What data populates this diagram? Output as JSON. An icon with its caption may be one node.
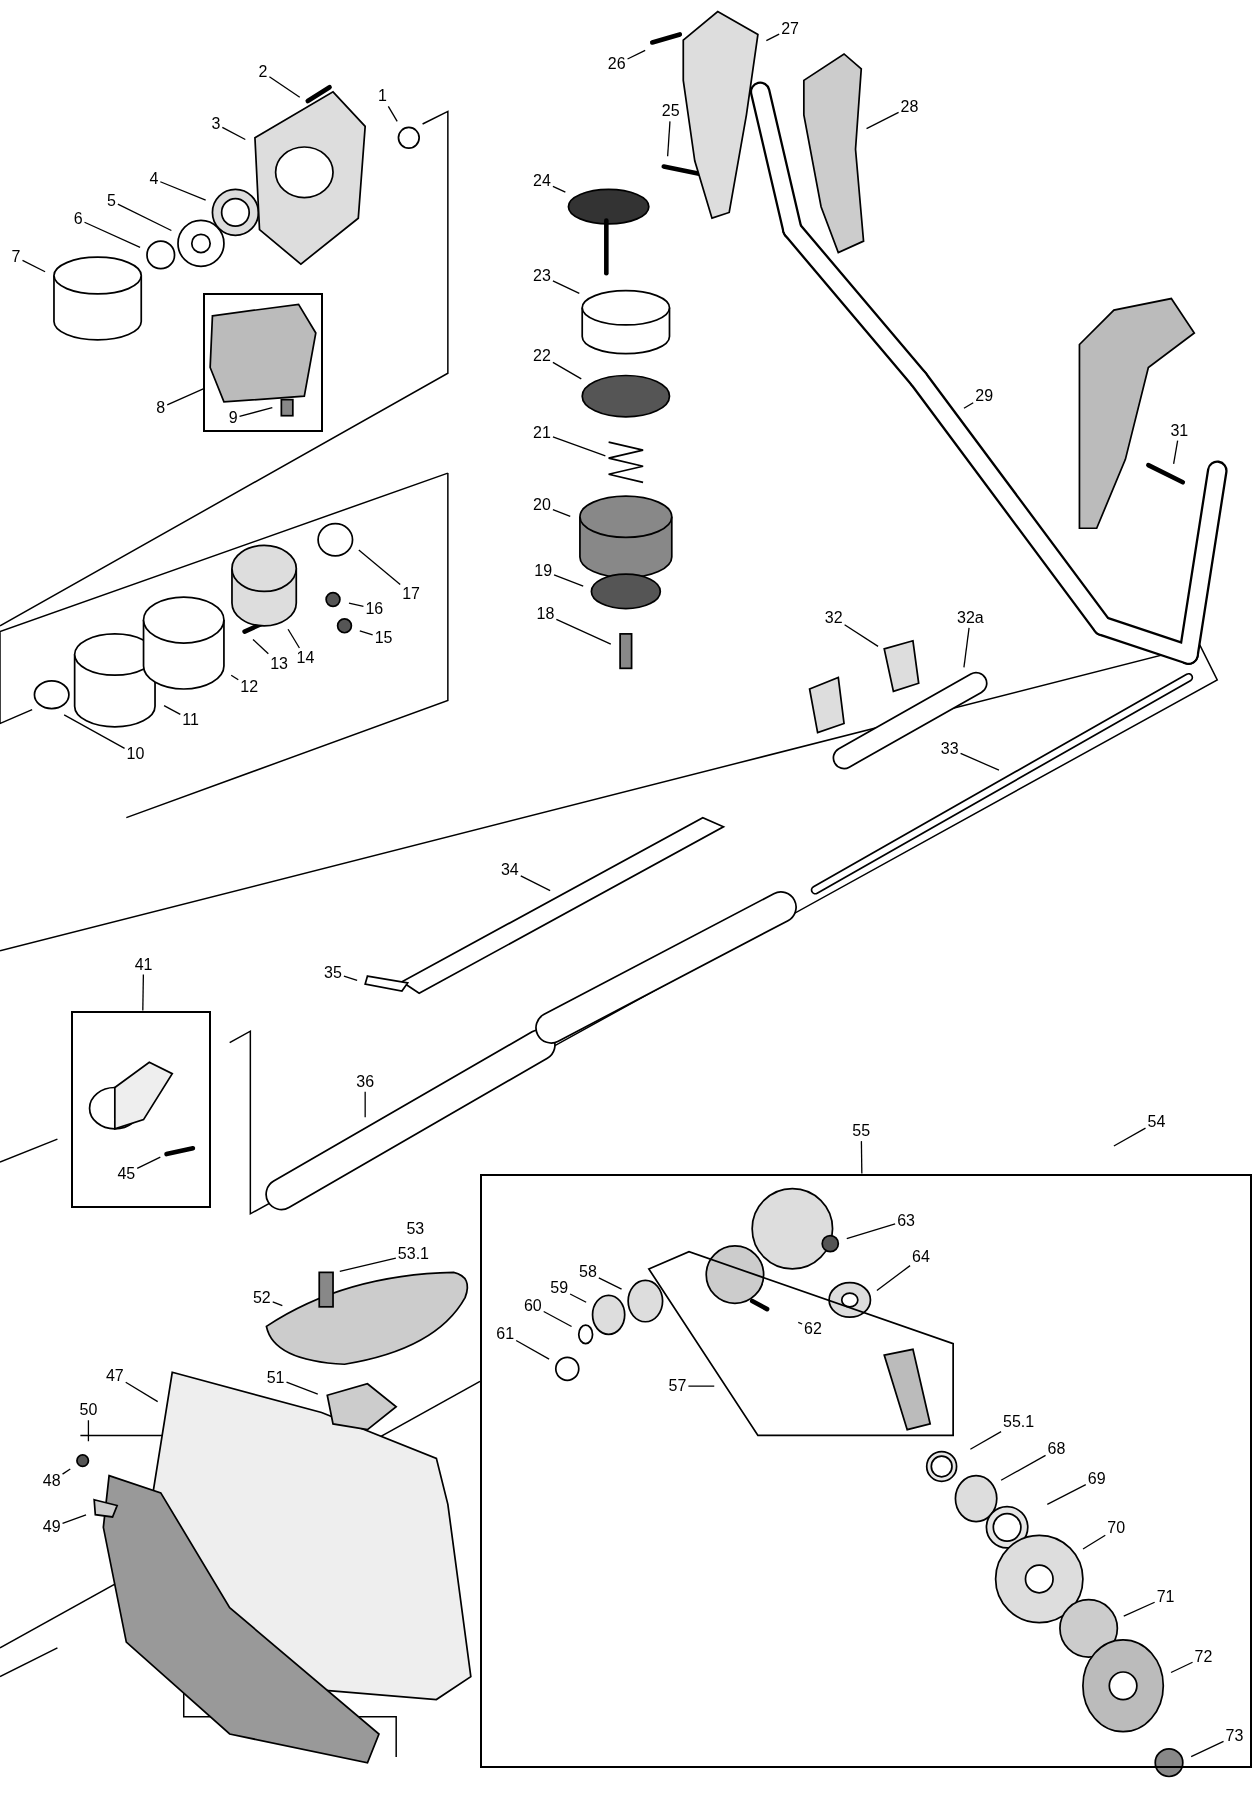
{
  "diagram": {
    "nodes": [
      {
        "text": [
          "2"
        ]
      },
      {
        "text": [
          "1"
        ]
      },
      {
        "text": [
          "3"
        ]
      },
      {
        "text": [
          "4"
        ]
      },
      {
        "text": [
          "5"
        ]
      },
      {
        "text": [
          "6"
        ]
      },
      {
        "text": [
          "7"
        ]
      },
      {
        "text": [],
        "shape": "box"
      },
      {
        "text": [
          "8"
        ]
      },
      {
        "text": [
          "9"
        ],
        "in": 7
      },
      {
        "text": [
          "17"
        ]
      },
      {
        "text": [
          "16"
        ]
      },
      {
        "text": [
          "15"
        ]
      },
      {
        "text": [
          "14"
        ]
      },
      {
        "text": [
          "13"
        ]
      },
      {
        "text": [
          "12"
        ]
      },
      {
        "text": [
          "11"
        ]
      },
      {
        "text": [
          "10"
        ]
      },
      {
        "text": [
          "26"
        ]
      },
      {
        "text": [
          "27"
        ]
      },
      {
        "text": [
          "25"
        ]
      },
      {
        "text": [
          "28"
        ]
      },
      {
        "text": [
          "24"
        ]
      },
      {
        "text": [
          "23"
        ]
      },
      {
        "text": [
          "22"
        ]
      },
      {
        "text": [
          "21"
        ]
      },
      {
        "text": [
          "20"
        ]
      },
      {
        "text": [
          "19"
        ]
      },
      {
        "text": [
          "18"
        ]
      },
      {
        "text": [
          "29"
        ]
      },
      {
        "text": [
          "31"
        ]
      },
      {
        "text": [
          "32"
        ]
      },
      {
        "text": [
          "32a"
        ]
      },
      {
        "text": [
          "33"
        ]
      },
      {
        "text": [
          "34"
        ]
      },
      {
        "text": [
          "35"
        ]
      },
      {
        "text": [
          "41"
        ]
      },
      {
        "text": [],
        "shape": "box"
      },
      {
        "text": [
          "45"
        ],
        "in": 37
      },
      {
        "text": [
          "36"
        ]
      },
      {
        "text": [
          "55"
        ]
      },
      {
        "text": [
          "54"
        ]
      },
      {
        "text": [],
        "shape": "box"
      },
      {
        "text": [
          "63"
        ],
        "in": 42
      },
      {
        "text": [
          "64"
        ],
        "in": 42
      },
      {
        "text": [
          "58"
        ],
        "in": 42
      },
      {
        "text": [
          "59"
        ],
        "in": 42
      },
      {
        "text": [
          "60"
        ],
        "in": 42
      },
      {
        "text": [
          "61"
        ],
        "in": 42
      },
      {
        "text": [
          "62"
        ],
        "in": 42
      },
      {
        "text": [
          "57"
        ],
        "in": 42
      },
      {
        "text": [
          "55.1"
        ],
        "in": 42
      },
      {
        "text": [
          "68"
        ],
        "in": 42
      },
      {
        "text": [
          "69"
        ],
        "in": 42
      },
      {
        "text": [
          "70"
        ],
        "in": 42
      },
      {
        "text": [
          "71"
        ],
        "in": 42
      },
      {
        "text": [
          "72"
        ],
        "in": 42
      },
      {
        "text": [
          "73"
        ],
        "in": 42
      },
      {
        "text": [
          "47"
        ]
      },
      {
        "text": [
          "50"
        ]
      },
      {
        "text": [
          "48"
        ]
      },
      {
        "text": [
          "49"
        ]
      },
      {
        "text": [
          "52"
        ]
      },
      {
        "text": [
          "51"
        ]
      },
      {
        "text": [
          "53.1"
        ]
      }
    ],
    "edges": [
      {
        "from": 0,
        "to": null,
        "arrow": "none"
      },
      {
        "from": 1,
        "to": null,
        "arrow": "none"
      },
      {
        "from": 2,
        "to": null,
        "arrow": "none"
      },
      {
        "from": 3,
        "to": null,
        "arrow": "none"
      },
      {
        "from": 4,
        "to": null,
        "arrow": "none"
      },
      {
        "from": 5,
        "to": null,
        "arrow": "none"
      },
      {
        "from": 6,
        "to": null,
        "arrow": "none"
      },
      {
        "from": 8,
        "to": 7,
        "arrow": "none"
      },
      {
        "from": 9,
        "to": null,
        "arrow": "none"
      },
      {
        "from": 10,
        "to": null,
        "arrow": "none"
      },
      {
        "from": 11,
        "to": null,
        "arrow": "none"
      },
      {
        "from": 12,
        "to": null,
        "arrow": "none"
      },
      {
        "from": 13,
        "to": null,
        "arrow": "none"
      },
      {
        "from": 14,
        "to": null,
        "arrow": "none"
      },
      {
        "from": 15,
        "to": null,
        "arrow": "none"
      },
      {
        "from": 16,
        "to": null,
        "arrow": "none"
      },
      {
        "from": 17,
        "to": null,
        "arrow": "none"
      },
      {
        "from": 18,
        "to": null,
        "arrow": "none"
      },
      {
        "from": 19,
        "to": null,
        "arrow": "none"
      },
      {
        "from": 20,
        "to": null,
        "arrow": "none"
      },
      {
        "from": 21,
        "to": null,
        "arrow": "none"
      },
      {
        "from": 22,
        "to": null,
        "arrow": "none"
      },
      {
        "from": 23,
        "to": null,
        "arrow": "none"
      },
      {
        "from": 24,
        "to": null,
        "arrow": "none"
      },
      {
        "from": 25,
        "to": null,
        "arrow": "none"
      },
      {
        "from": 26,
        "to": null,
        "arrow": "none"
      },
      {
        "from": 27,
        "to": null,
        "arrow": "none"
      },
      {
        "from": 28,
        "to": null,
        "arrow": "none"
      },
      {
        "from": 29,
        "to": null,
        "arrow": "none"
      },
      {
        "from": 30,
        "to": null,
        "arrow": "none"
      },
      {
        "from": 31,
        "to": null,
        "arrow": "none"
      },
      {
        "from": 32,
        "to": null,
        "arrow": "none"
      },
      {
        "from": 33,
        "to": null,
        "arrow": "none"
      },
      {
        "from": 34,
        "to": null,
        "arrow": "none"
      },
      {
        "from": 35,
        "to": null,
        "arrow": "none"
      },
      {
        "from": 36,
        "to": 37,
        "arrow": "none"
      },
      {
        "from": 38,
        "to": null,
        "arrow": "none"
      },
      {
        "from": 39,
        "to": null,
        "arrow": "none"
      },
      {
        "from": 40,
        "to": 42,
        "arrow": "none"
      },
      {
        "from": 41,
        "to": null,
        "arrow": "none"
      },
      {
        "from": 43,
        "to": null,
        "arrow": "none"
      },
      {
        "from": 44,
        "to": null,
        "arrow": "none"
      },
      {
        "from": 45,
        "to": null,
        "arrow": "none"
      },
      {
        "from": 46,
        "to": null,
        "arrow": "none"
      },
      {
        "from": 47,
        "to": null,
        "arrow": "none"
      },
      {
        "from": 48,
        "to": null,
        "arrow": "none"
      },
      {
        "from": 49,
        "to": null,
        "arrow": "none"
      },
      {
        "from": 50,
        "to": null,
        "arrow": "none"
      },
      {
        "from": 51,
        "to": null,
        "arrow": "none"
      },
      {
        "from": 52,
        "to": null,
        "arrow": "none"
      },
      {
        "from": 53,
        "to": null,
        "arrow": "none"
      },
      {
        "from": 54,
        "to": null,
        "arrow": "none"
      },
      {
        "from": 55,
        "to": null,
        "arrow": "none"
      },
      {
        "from": 56,
        "to": null,
        "arrow": "none"
      },
      {
        "from": 57,
        "to": null,
        "arrow": "none"
      },
      {
        "from": 58,
        "to": null,
        "arrow": "none"
      },
      {
        "from": 59,
        "to": null,
        "arrow": "none"
      },
      {
        "from": 60,
        "to": null,
        "arrow": "none"
      },
      {
        "from": 61,
        "to": null,
        "arrow": "none"
      },
      {
        "from": 62,
        "to": null,
        "arrow": "none"
      },
      {
        "from": 63,
        "to": null,
        "arrow": "none"
      },
      {
        "from": 64,
        "to": null,
        "arrow": "none"
      }
    ],
    "labels": [
      "53"
    ]
  }
}
